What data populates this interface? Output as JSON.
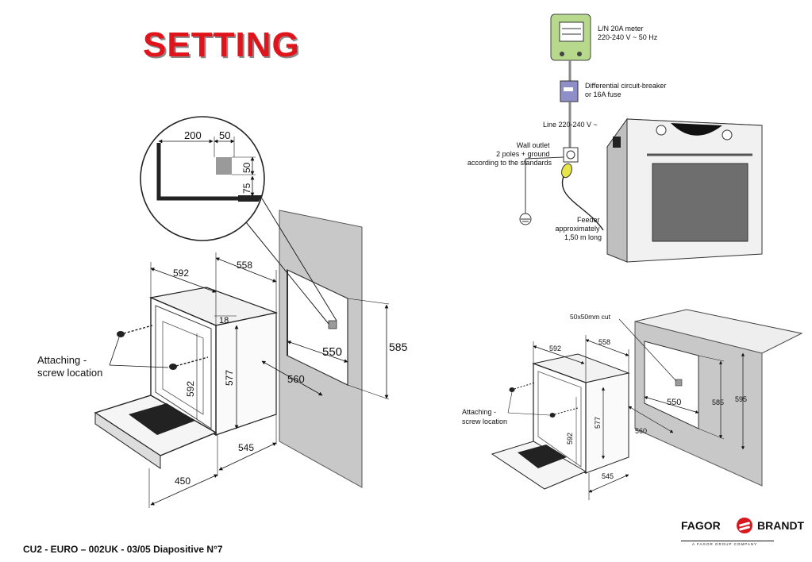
{
  "title": "SETTING",
  "footer": "CU2 - EURO – 002UK - 03/05 Diapositive N°7",
  "brand": {
    "left": "FAGOR",
    "right": "BRANDT",
    "tagline": "A FAGOR GROUP COMPANY"
  },
  "detail_zoom": {
    "d200": "200",
    "d50a": "50",
    "d50b": "50",
    "d75": "75"
  },
  "left_dims": {
    "d592w": "592",
    "d558": "558",
    "d18": "18",
    "d577": "577",
    "d592h": "592",
    "d545": "545",
    "d450": "450",
    "d550": "550",
    "d560": "560",
    "d585": "585",
    "screw": "Attaching -\nscrew location"
  },
  "electrical": {
    "meter": "L/N 20A meter\n220-240 V ~ 50 Hz",
    "breaker": "Differential circuit-breaker\nor 16A fuse",
    "line": "Line 220-240 V ~",
    "outlet": "Wall outlet\n2 poles + ground\naccording to the standards",
    "feeder": "Feeder\napproximately\n1,50 m long"
  },
  "right_dims": {
    "cut": "50x50mm cut",
    "d592w": "592",
    "d558": "558",
    "d577": "577",
    "d592h": "592",
    "d545": "545",
    "d560": "560",
    "d550": "550",
    "d585": "585",
    "d595": "595",
    "screw": "Attaching -\nscrew location"
  }
}
